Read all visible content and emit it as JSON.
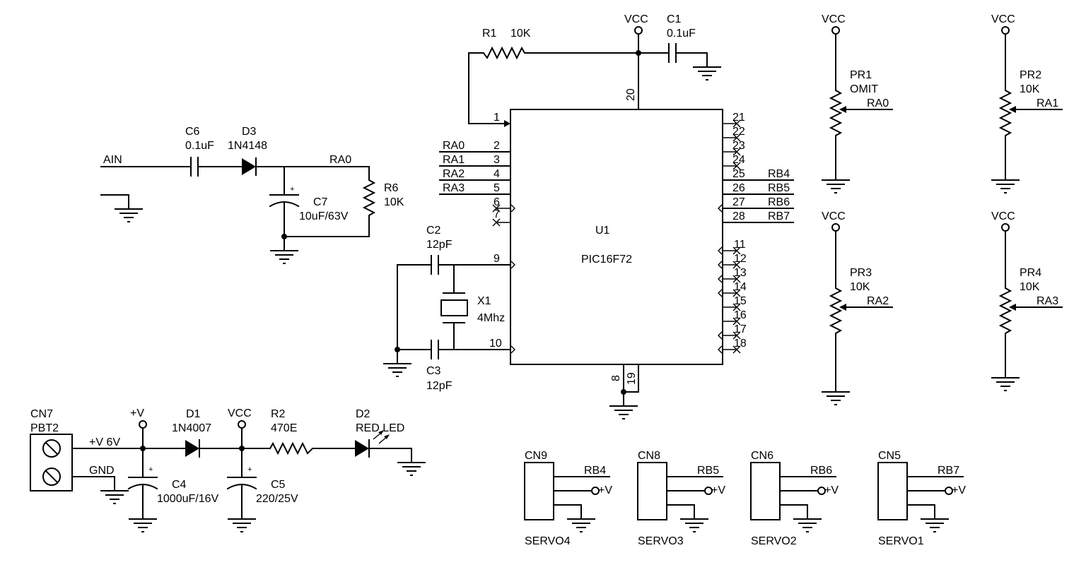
{
  "power": {
    "vcc": "VCC",
    "plus_v": "+V"
  },
  "u1": {
    "ref": "U1",
    "part": "PIC16F72",
    "pins": [
      "1",
      "2",
      "3",
      "4",
      "5",
      "6",
      "7",
      "9",
      "10",
      "20",
      "8",
      "19",
      "21",
      "22",
      "23",
      "24",
      "25",
      "26",
      "27",
      "28",
      "11",
      "12",
      "13",
      "14",
      "15",
      "16",
      "17",
      "18"
    ],
    "left_nets": [
      "RA0",
      "RA1",
      "RA2",
      "RA3"
    ],
    "right_nets": [
      "RB4",
      "RB5",
      "RB6",
      "RB7"
    ]
  },
  "r1": {
    "ref": "R1",
    "value": "10K"
  },
  "c1": {
    "ref": "C1",
    "value": "0.1uF"
  },
  "c6": {
    "ref": "C6",
    "value": "0.1uF"
  },
  "d3": {
    "ref": "D3",
    "value": "1N4148"
  },
  "c7": {
    "ref": "C7",
    "value": "10uF/63V"
  },
  "r6": {
    "ref": "R6",
    "value": "10K"
  },
  "ain": "AIN",
  "ra0_net": "RA0",
  "c2": {
    "ref": "C2",
    "value": "12pF"
  },
  "c3": {
    "ref": "C3",
    "value": "12pF"
  },
  "x1": {
    "ref": "X1",
    "value": "4Mhz"
  },
  "pots": [
    {
      "ref": "PR1",
      "value": "OMIT",
      "net": "RA0"
    },
    {
      "ref": "PR2",
      "value": "10K",
      "net": "RA1"
    },
    {
      "ref": "PR3",
      "value": "10K",
      "net": "RA2"
    },
    {
      "ref": "PR4",
      "value": "10K",
      "net": "RA3"
    }
  ],
  "cn7": {
    "ref": "CN7",
    "value": "PBT2",
    "net_v": "+V 6V",
    "net_gnd": "GND"
  },
  "d1": {
    "ref": "D1",
    "value": "1N4007"
  },
  "c4": {
    "ref": "C4",
    "value": "1000uF/16V"
  },
  "c5": {
    "ref": "C5",
    "value": "220/25V"
  },
  "r2": {
    "ref": "R2",
    "value": "470E"
  },
  "d2": {
    "ref": "D2",
    "value": "RED LED"
  },
  "servos": [
    {
      "ref": "CN9",
      "net": "RB4",
      "name": "SERVO4",
      "supply": "+V"
    },
    {
      "ref": "CN8",
      "net": "RB5",
      "name": "SERVO3",
      "supply": "+V"
    },
    {
      "ref": "CN6",
      "net": "RB6",
      "name": "SERVO2",
      "supply": "+V"
    },
    {
      "ref": "CN5",
      "net": "RB7",
      "name": "SERVO1",
      "supply": "+V"
    }
  ]
}
